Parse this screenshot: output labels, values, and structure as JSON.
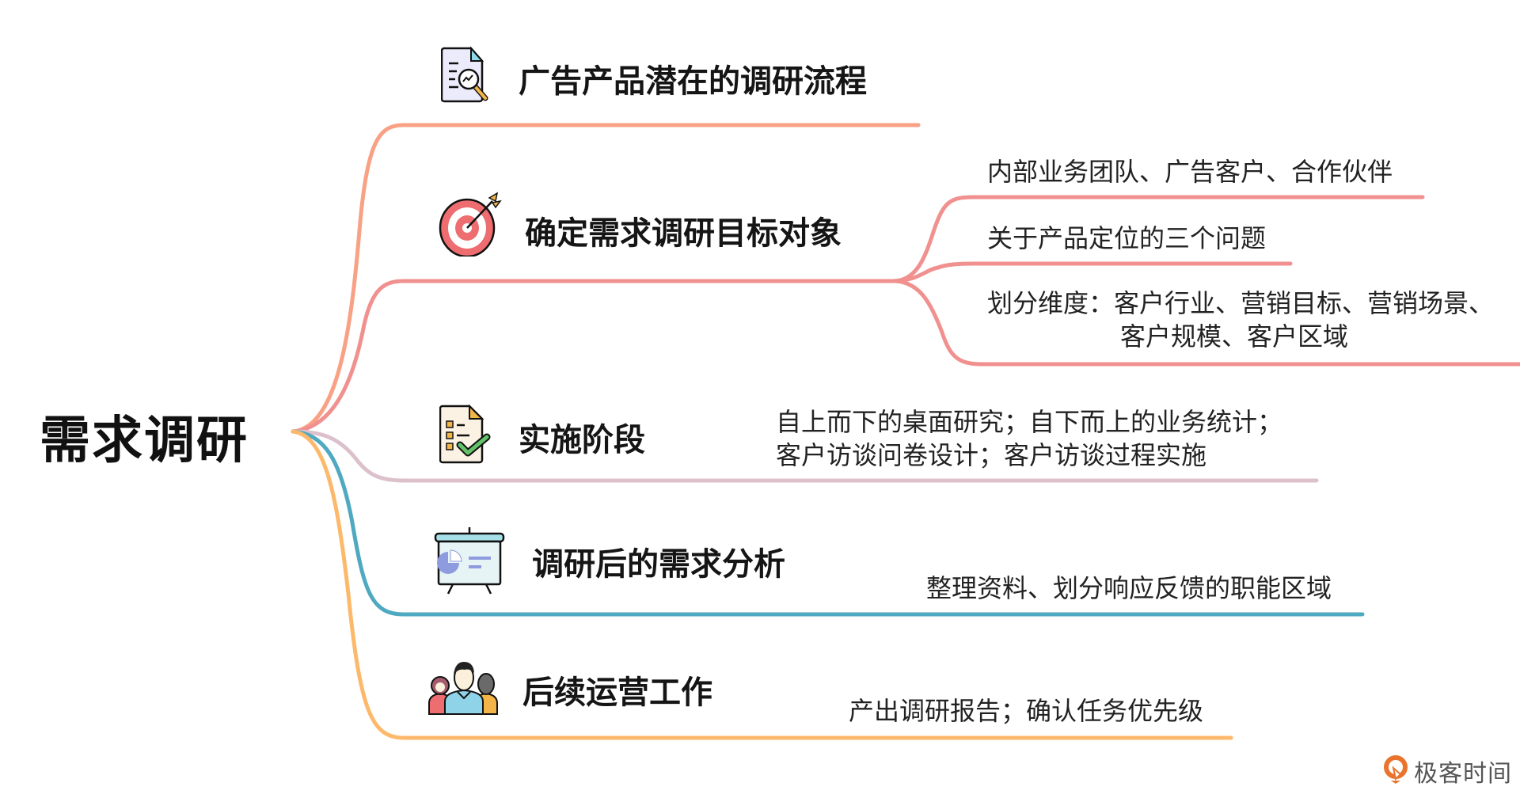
{
  "root": {
    "label": "需求调研"
  },
  "colors": {
    "branch1": "#f9a184",
    "branch2": "#f0918f",
    "branch3": "#dcc1cc",
    "branch4": "#4fa9c1",
    "branch5": "#fdb96b",
    "logo": "#e9742d"
  },
  "branches": [
    {
      "label": "广告产品潜在的调研流程",
      "icon": "document-search-icon",
      "children": []
    },
    {
      "label": "确定需求调研目标对象",
      "icon": "target-arrow-icon",
      "children": [
        {
          "label": "内部业务团队、广告客户、合作伙伴"
        },
        {
          "label": "关于产品定位的三个问题"
        },
        {
          "label_line1": "划分维度：客户行业、营销目标、营销场景、",
          "label_line2": "客户规模、客户区域"
        }
      ]
    },
    {
      "label": "实施阶段",
      "icon": "checklist-icon",
      "children": [
        {
          "label_line1": "自上而下的桌面研究；自下而上的业务统计；",
          "label_line2": "客户访谈问卷设计；客户访谈过程实施"
        }
      ]
    },
    {
      "label": "调研后的需求分析",
      "icon": "presentation-board-icon",
      "children": [
        {
          "label": "整理资料、划分响应反馈的职能区域"
        }
      ]
    },
    {
      "label": "后续运营工作",
      "icon": "team-people-icon",
      "children": [
        {
          "label": "产出调研报告；确认任务优先级"
        }
      ]
    }
  ],
  "footer": {
    "logo_text": "极客时间",
    "logo_icon": "geektime-logo-icon"
  }
}
